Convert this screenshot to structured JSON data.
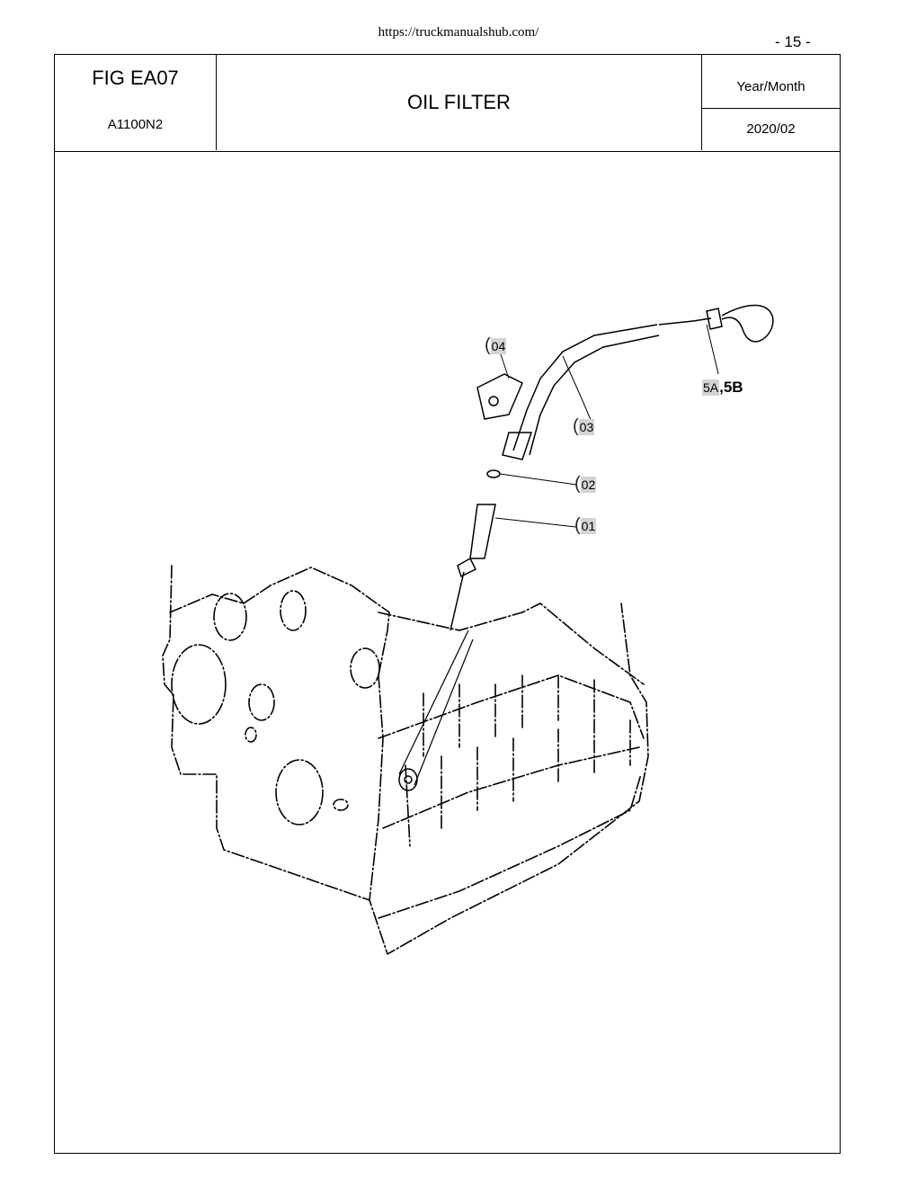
{
  "url": "https://truckmanualshub.com/",
  "page_number": "- 15 -",
  "header": {
    "fig_code": "FIG EA07",
    "model": "A1100N2",
    "title": "OIL FILTER",
    "year_month_label": "Year/Month",
    "year_month_value": "2020/02"
  },
  "callouts": {
    "p01": "01",
    "p02": "02",
    "p03": "03",
    "p04": "04",
    "p5a": "5A",
    "p5b": ",5B"
  }
}
